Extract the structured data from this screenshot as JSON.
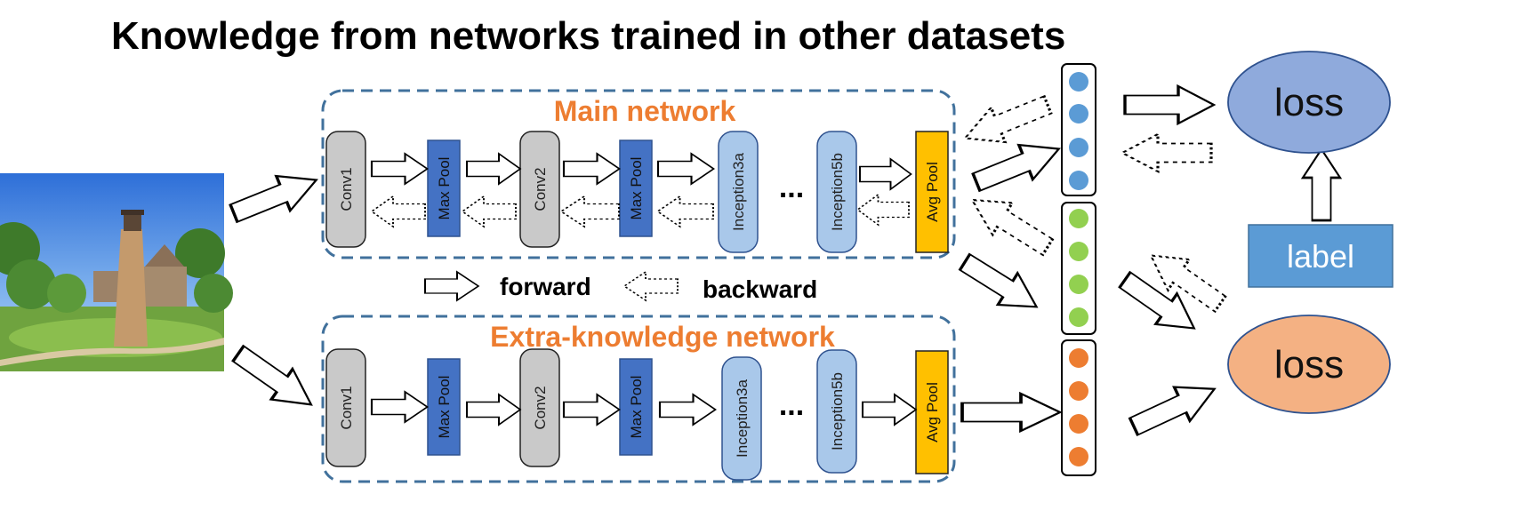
{
  "title": "Knowledge from networks trained in other datasets",
  "main_network": {
    "label": "Main network",
    "layers": [
      "Conv1",
      "Max Pool",
      "Conv2",
      "Max Pool",
      "Inception3a",
      "Inception5b",
      "Avg Pool"
    ],
    "ellipsis": "..."
  },
  "extra_network": {
    "label": "Extra-knowledge network",
    "layers": [
      "Conv1",
      "Max Pool",
      "Conv2",
      "Max Pool",
      "Inception3a",
      "Inception5b",
      "Avg Pool"
    ],
    "ellipsis": "..."
  },
  "legend": {
    "forward": "forward",
    "backward": "backward"
  },
  "outputs": {
    "loss_top": "loss",
    "loss_bottom": "loss",
    "label": "label"
  },
  "colors": {
    "gray_block": "#C9C9C9",
    "maxpool": "#4472C4",
    "inception": "#A9C8EA",
    "avgpool": "#FFC000",
    "dash_border": "#41719C",
    "net_label": "#ED7D31",
    "dot_blue": "#5B9BD5",
    "dot_green": "#92D050",
    "dot_orange": "#ED7D31",
    "loss_top": "#8FAADC",
    "loss_bottom": "#F4B183",
    "label_box": "#5B9BD5"
  }
}
